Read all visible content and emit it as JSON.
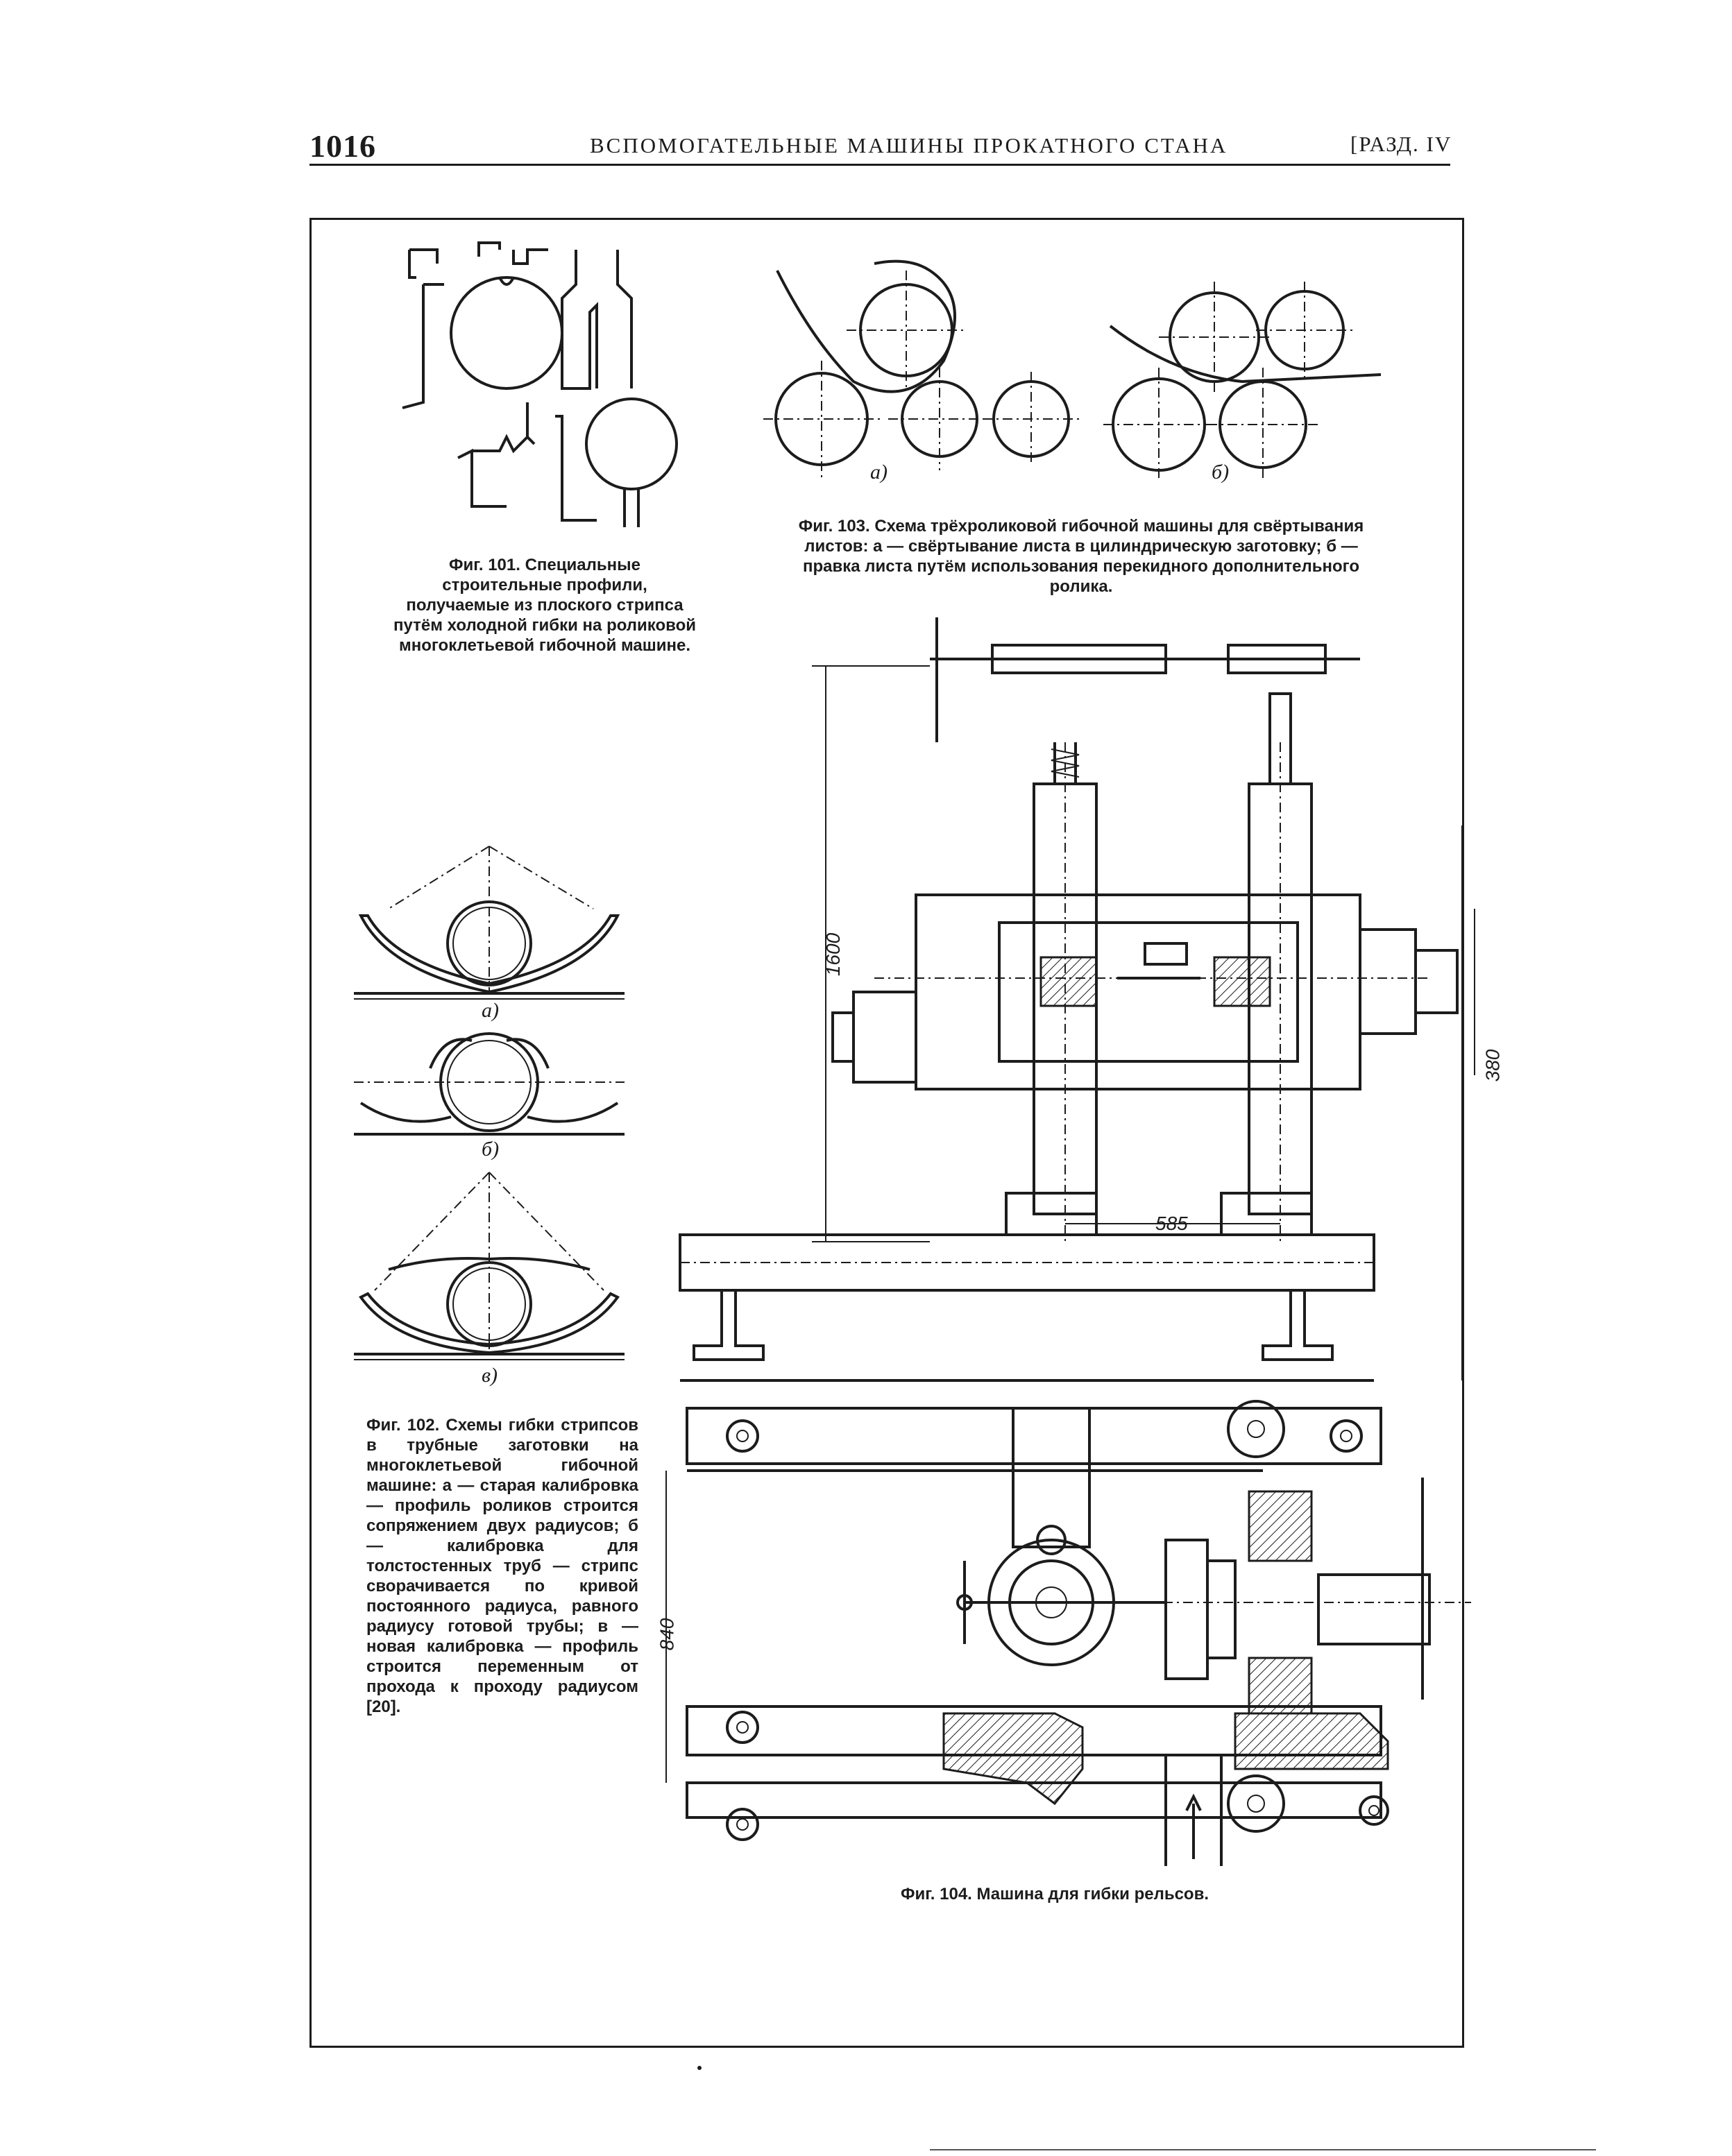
{
  "header": {
    "page_number": "1016",
    "title": "ВСПОМОГАТЕЛЬНЫЕ МАШИНЫ ПРОКАТНОГО СТАНА",
    "section": "[РАЗД. IV"
  },
  "fig101": {
    "caption": "Фиг. 101. Специальные строительные профили, получаемые из плоского стрипса путём холодной гибки на роликовой многоклетьевой гибочной машине."
  },
  "fig102": {
    "label_a": "а)",
    "label_b": "б)",
    "label_v": "в)",
    "caption": "Фиг. 102. Схемы гибки стрипсов в трубные заготовки на многоклетьевой гибочной машине: а — старая калибровка — профиль роликов строится сопряжением двух радиусов; б — калибровка для толстостенных труб — стрипс сворачивается по кривой постоянного радиуса, равного радиусу готовой трубы; в — новая калибровка — профиль строится переменным от прохода к проходу радиусом [20]."
  },
  "fig103": {
    "label_a": "а)",
    "label_b": "б)",
    "caption": "Фиг. 103. Схема трёхроликовой гибочной машины для свёртывания листов: а — свёртывание листа в цилиндрическую заготовку; б — правка листа путём использования перекидного дополнительного ролика."
  },
  "fig104": {
    "dim_height": "1600",
    "dim_width": "585",
    "dim_right": "380",
    "dim_plan": "840",
    "caption": "Фиг. 104. Машина для гибки рельсов."
  }
}
